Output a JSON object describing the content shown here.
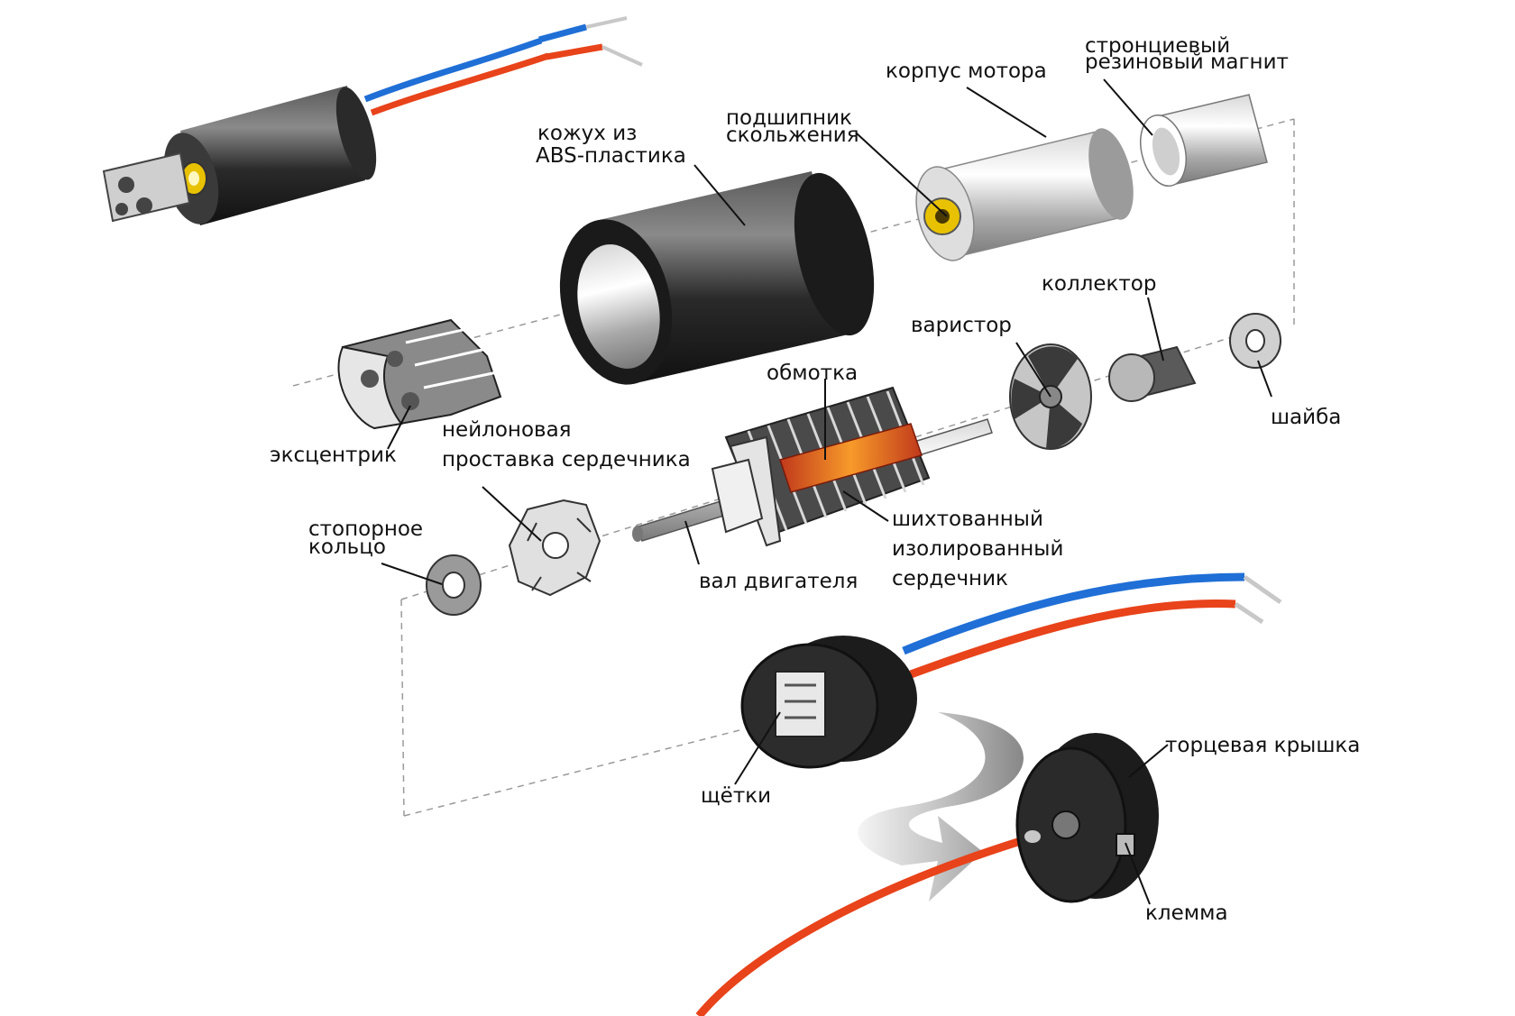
{
  "labels": {
    "motor_housing": "корпус мотора",
    "magnet_line1": "стронциевый",
    "magnet_line2": "резиновый магнит",
    "bearing_line1": "подшипник",
    "bearing_line2": "скольжения",
    "abs_line1": "кожух из",
    "abs_line2": "ABS-пластика",
    "commutator": "коллектор",
    "varistor": "варистор",
    "washer": "шайба",
    "winding": "обмотка",
    "eccentric": "эксцентрик",
    "nylon_line1": "нейлоновая",
    "nylon_line2": "проставка сердечника",
    "retaining_line1": "стопорное",
    "retaining_line2": "кольцо",
    "shaft": "вал двигателя",
    "core_line1": "шихтованный",
    "core_line2": "изолированный",
    "core_line3": "сердечник",
    "brushes": "щётки",
    "end_cap": "торцевая крышка",
    "terminal": "клемма"
  },
  "colors": {
    "wire_blue": "#1f6fd6",
    "wire_red": "#e8431a",
    "bearing_yellow": "#e8c200",
    "winding_orange": "#f07a1a",
    "body_dark": "#1c1c1c"
  }
}
